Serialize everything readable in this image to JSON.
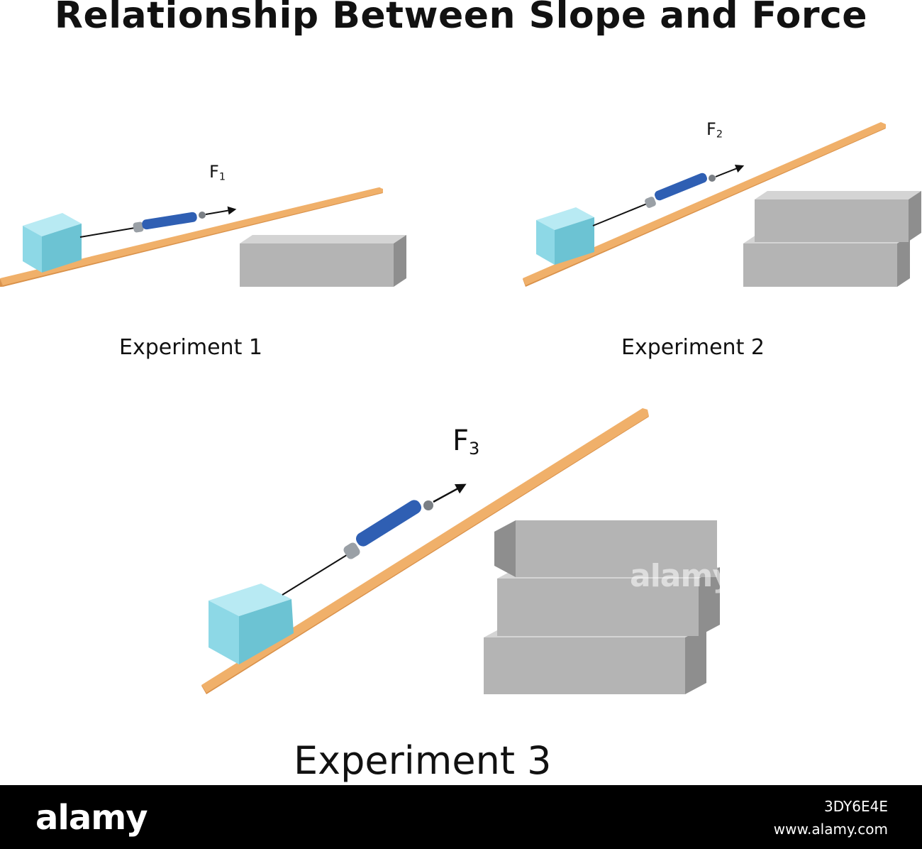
{
  "title": "Relationship Between Slope and Force",
  "experiments": [
    {
      "label": "Experiment 1",
      "force_symbol": "F",
      "force_subscript": "1",
      "stacked_blocks": 1
    },
    {
      "label": "Experiment 2",
      "force_symbol": "F",
      "force_subscript": "2",
      "stacked_blocks": 2
    },
    {
      "label": "Experiment 3",
      "force_symbol": "F",
      "force_subscript": "3",
      "stacked_blocks": 3
    }
  ],
  "watermark": "alamy",
  "footer": {
    "logo": "alamy",
    "image_id": "3DY6E4E",
    "url": "www.alamy.com"
  },
  "colors": {
    "ramp": "#F0B06A",
    "ramp_side": "#D9914A",
    "cube_front": "#8DD8E6",
    "cube_top": "#B8EAF3",
    "cube_side": "#6CC3D3",
    "block_front": "#B4B4B4",
    "block_top": "#D4D4D4",
    "block_side": "#8E8E8E",
    "spring_scale": "#2F5FB3"
  }
}
